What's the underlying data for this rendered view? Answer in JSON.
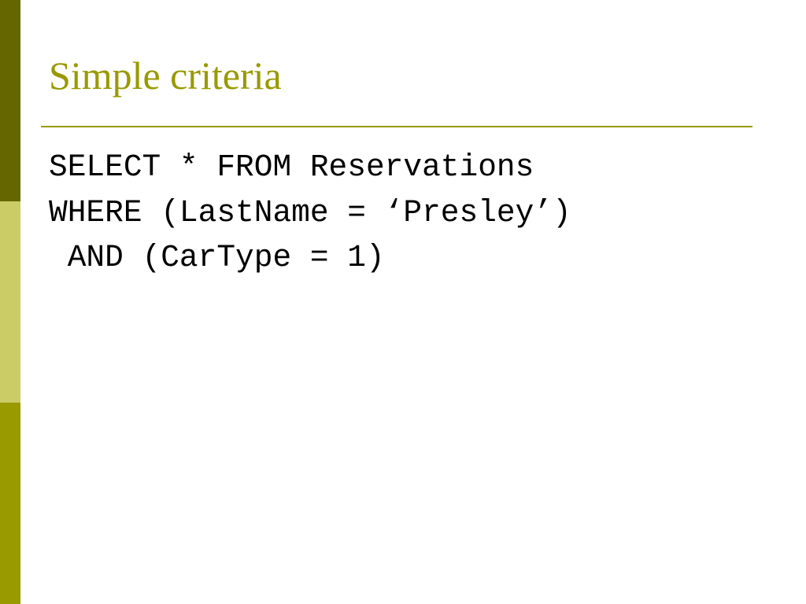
{
  "theme": {
    "accent_dark": "#666600",
    "accent_light": "#cccc66",
    "accent_mid": "#999900",
    "title_color": "#999900",
    "rule_color": "#999900"
  },
  "slide": {
    "title": "Simple criteria",
    "code_lines": [
      "SELECT * FROM Reservations",
      "WHERE (LastName = ‘Presley’)",
      " AND (CarType = 1)"
    ]
  }
}
